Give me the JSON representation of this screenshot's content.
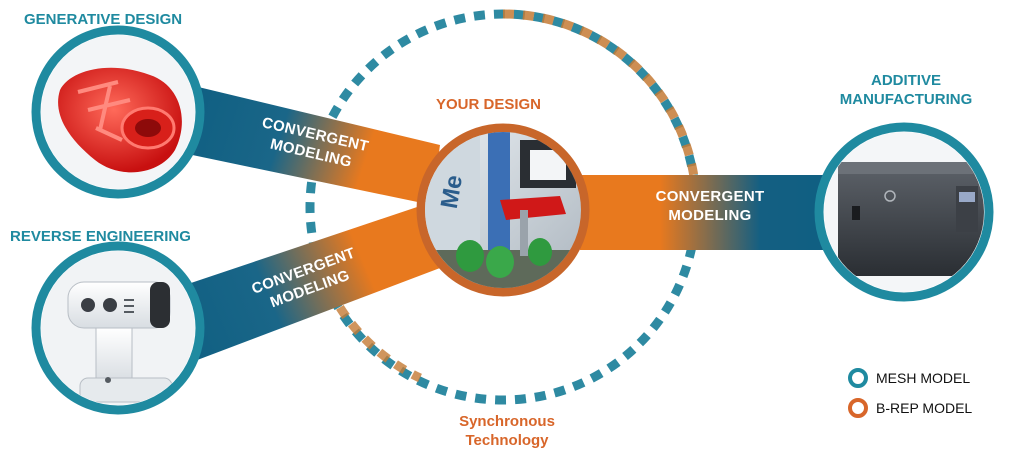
{
  "labels": {
    "generative_design": "GENERATIVE DESIGN",
    "reverse_engineering": "REVERSE ENGINEERING",
    "your_design": "YOUR DESIGN",
    "additive_manufacturing_1": "ADDITIVE",
    "additive_manufacturing_2": "MANUFACTURING",
    "synchronous_1": "Synchronous",
    "synchronous_2": "Technology"
  },
  "bands": {
    "upper_1": "CONVERGENT",
    "upper_2": "MODELING",
    "lower_1": "CONVERGENT",
    "lower_2": "MODELING",
    "right_1": "CONVERGENT",
    "right_2": "MODELING"
  },
  "legend": [
    {
      "label": "MESH MODEL",
      "color": "#1f8aa0"
    },
    {
      "label": "B-REP MODEL",
      "color": "#d8662a"
    }
  ],
  "colors": {
    "teal": "#1f8aa0",
    "dark_blue": "#0f5f82",
    "orange": "#e8791e",
    "brown_orange": "#c8662a"
  },
  "icons": [
    "generative-part-image",
    "3d-scanner-image",
    "factory-arm-image",
    "hp-printer-image"
  ]
}
